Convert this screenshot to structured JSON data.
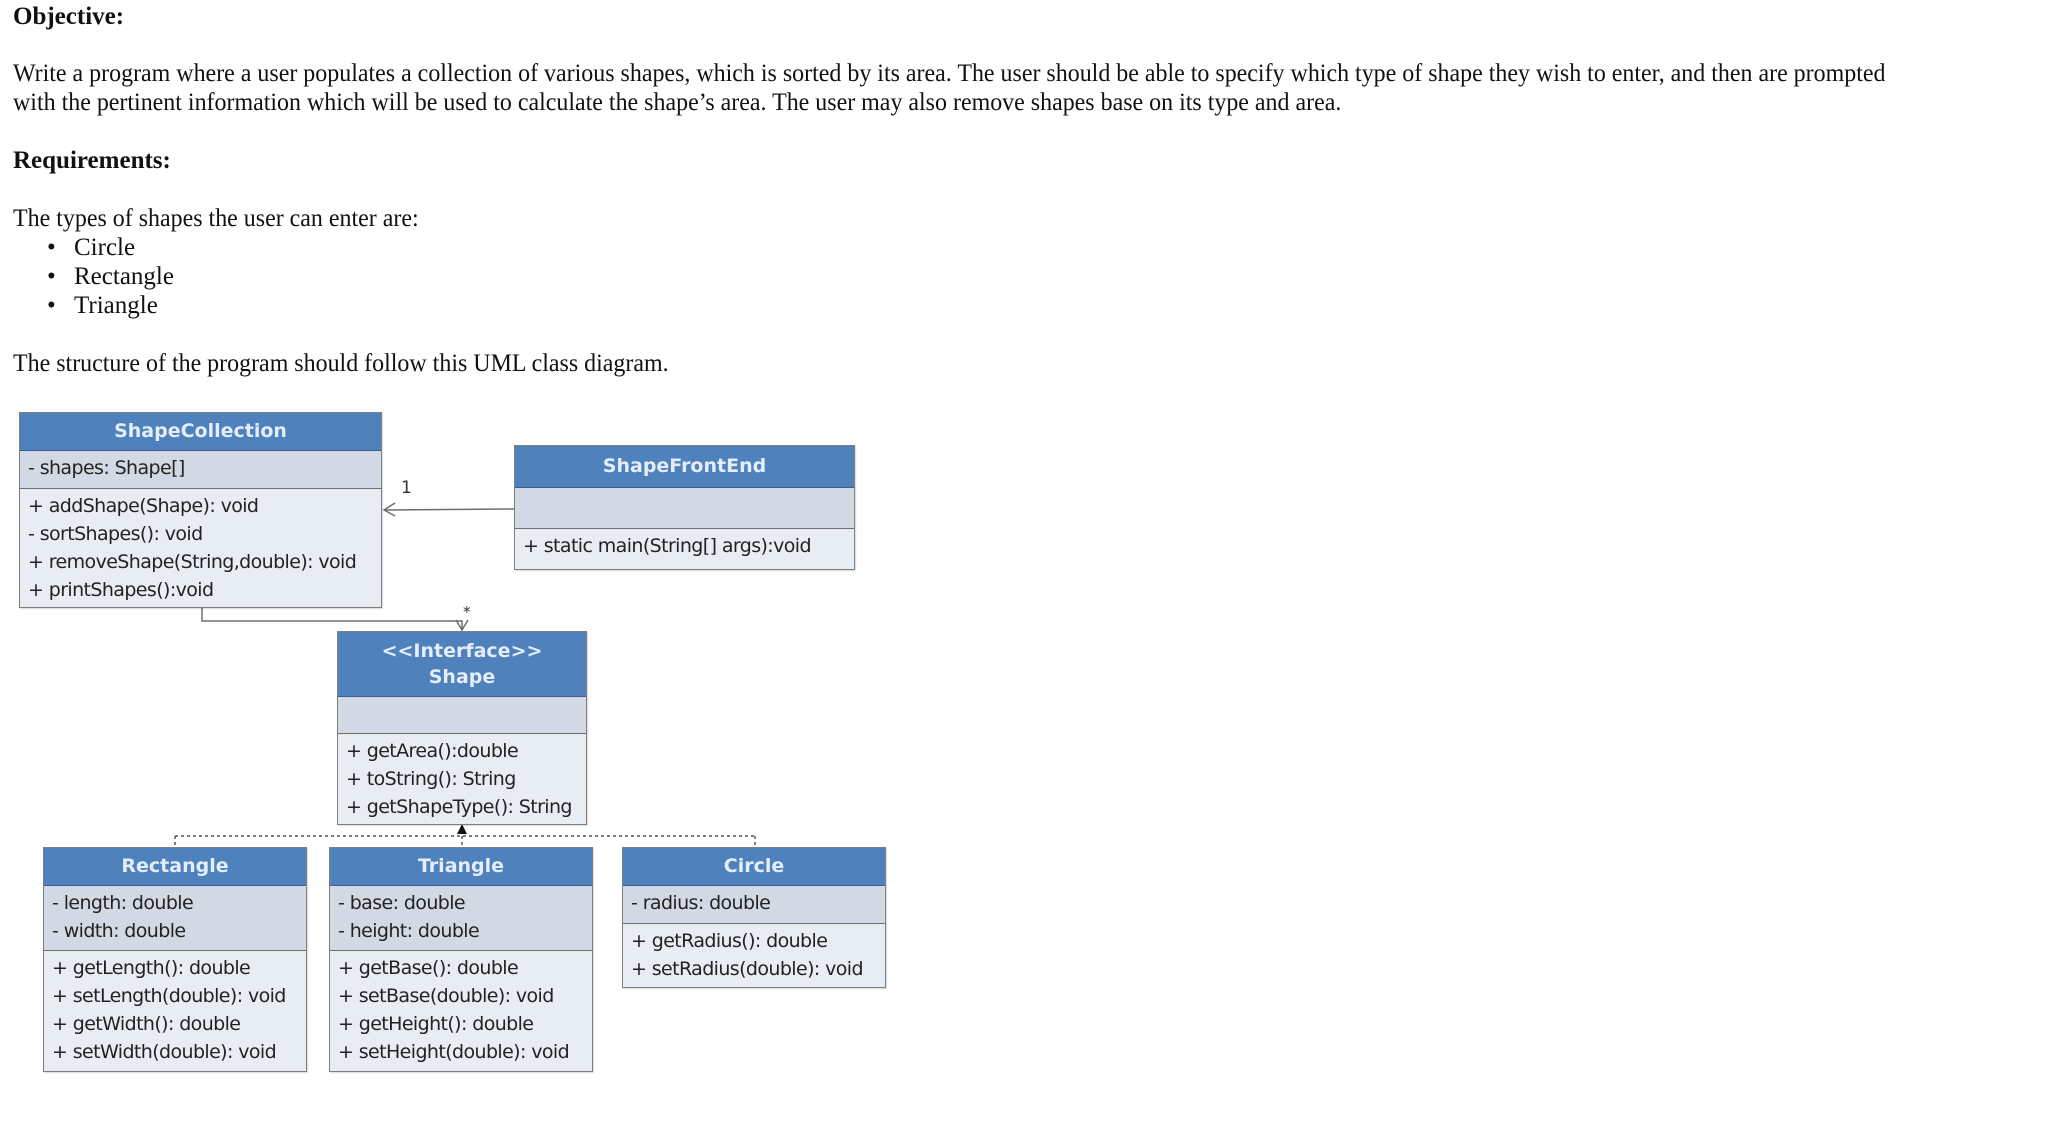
{
  "document": {
    "objective_heading": "Objective:",
    "objective_lines": [
      "Write a program where a user populates a collection of various shapes, which is sorted by its area.  The user should be able to specify which type of shape they wish to enter, and then are prompted",
      "with the pertinent information which will be used to calculate the shape’s area.  The user may also remove shapes base on its type and area."
    ],
    "requirements_heading": "Requirements:",
    "shape_types_intro": "The types of shapes the user can enter are:",
    "shape_types": [
      "Circle",
      "Rectangle",
      "Triangle"
    ],
    "bullet_glyph": "•",
    "uml_intro": "The structure of the program should follow this UML class diagram."
  },
  "uml": {
    "colors": {
      "header": "#4f81bd",
      "attributes": "#d3d9e4",
      "methods": "#e8ecf3",
      "border": "#7f7f7f"
    },
    "classes": {
      "shape_collection": {
        "name": "ShapeCollection",
        "attributes": [
          "- shapes: Shape[]"
        ],
        "methods": [
          "+ addShape(Shape): void",
          "- sortShapes(): void",
          "+ removeShape(String,double): void",
          "+ printShapes():void"
        ]
      },
      "shape_front_end": {
        "name": "ShapeFrontEnd",
        "attributes": [],
        "methods": [
          "+ static main(String[] args):void"
        ]
      },
      "shape": {
        "stereotype": "<<Interface>>",
        "name": "Shape",
        "attributes": [],
        "methods": [
          "+ getArea():double",
          "+ toString(): String",
          "+ getShapeType(): String"
        ]
      },
      "rectangle": {
        "name": "Rectangle",
        "attributes": [
          "- length: double",
          "- width: double"
        ],
        "methods": [
          "+ getLength(): double",
          "+ setLength(double): void",
          "+ getWidth(): double",
          "+ setWidth(double): void"
        ]
      },
      "triangle": {
        "name": "Triangle",
        "attributes": [
          "- base: double",
          "- height: double"
        ],
        "methods": [
          "+ getBase(): double",
          "+ setBase(double): void",
          "+ getHeight(): double",
          "+ setHeight(double): void"
        ]
      },
      "circle": {
        "name": "Circle",
        "attributes": [
          "- radius: double"
        ],
        "methods": [
          "+ getRadius(): double",
          "+ setRadius(double): void"
        ]
      }
    },
    "relationships": {
      "frontend_to_collection_multiplicity": "1",
      "collection_to_shape_multiplicity": "*"
    }
  }
}
